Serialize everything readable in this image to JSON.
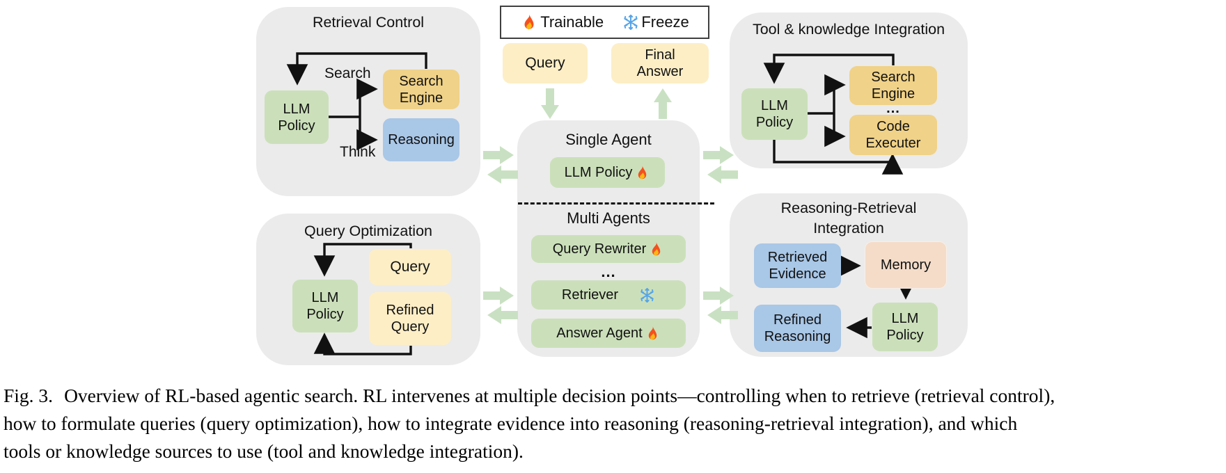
{
  "figure": {
    "legend": {
      "trainable_label": "Trainable",
      "freeze_label": "Freeze"
    },
    "io": {
      "query": "Query",
      "final_answer": "Final Answer"
    },
    "agents": {
      "single_title": "Single Agent",
      "single_policy": "LLM Policy",
      "multi_title": "Multi Agents",
      "ellipsis": "...",
      "multi": [
        {
          "label": "Query Rewriter",
          "status": "trainable"
        },
        {
          "label": "Retriever",
          "status": "frozen"
        },
        {
          "label": "Answer Agent",
          "status": "trainable"
        }
      ]
    },
    "panels": {
      "retrieval_control": {
        "title": "Retrieval Control",
        "llm_policy": "LLM Policy",
        "search_engine": "Search Engine",
        "reasoning": "Reasoning",
        "edge_search": "Search",
        "edge_think": "Think"
      },
      "tool_knowledge": {
        "title": "Tool & knowledge Integration",
        "llm_policy": "LLM Policy",
        "search_engine": "Search Engine",
        "ellipsis": "...",
        "code_executer": "Code Executer"
      },
      "query_optimization": {
        "title": "Query Optimization",
        "llm_policy": "LLM Policy",
        "query": "Query",
        "refined_query": "Refined Query"
      },
      "reasoning_retrieval": {
        "title": "Reasoning-Retrieval Integration",
        "retrieved_evidence": "Retrieved Evidence",
        "memory": "Memory",
        "llm_policy": "LLM Policy",
        "refined_reasoning": "Refined Reasoning"
      }
    }
  },
  "caption": {
    "fig_label": "Fig. 3.",
    "lines": [
      "Overview of RL-based agentic search. RL intervenes at multiple decision points—controlling when to retrieve (retrieval control),",
      "how to formulate queries (query optimization), how to integrate evidence into reasoning (reasoning-retrieval integration), and which",
      "tools or knowledge sources to use (tool and knowledge integration)."
    ]
  },
  "colors": {
    "panel_bg": "#ebebeb",
    "green_box": "#cbe0ba",
    "gold_box": "#f0d288",
    "light_yellow_box": "#fdeec6",
    "blue_box": "#a9c7e7",
    "peach_box": "#f4dcc9",
    "green_arrow": "#c9e1c2",
    "connector_black": "#111111",
    "flame": "#f4511e",
    "snowflake": "#55a4e8"
  }
}
